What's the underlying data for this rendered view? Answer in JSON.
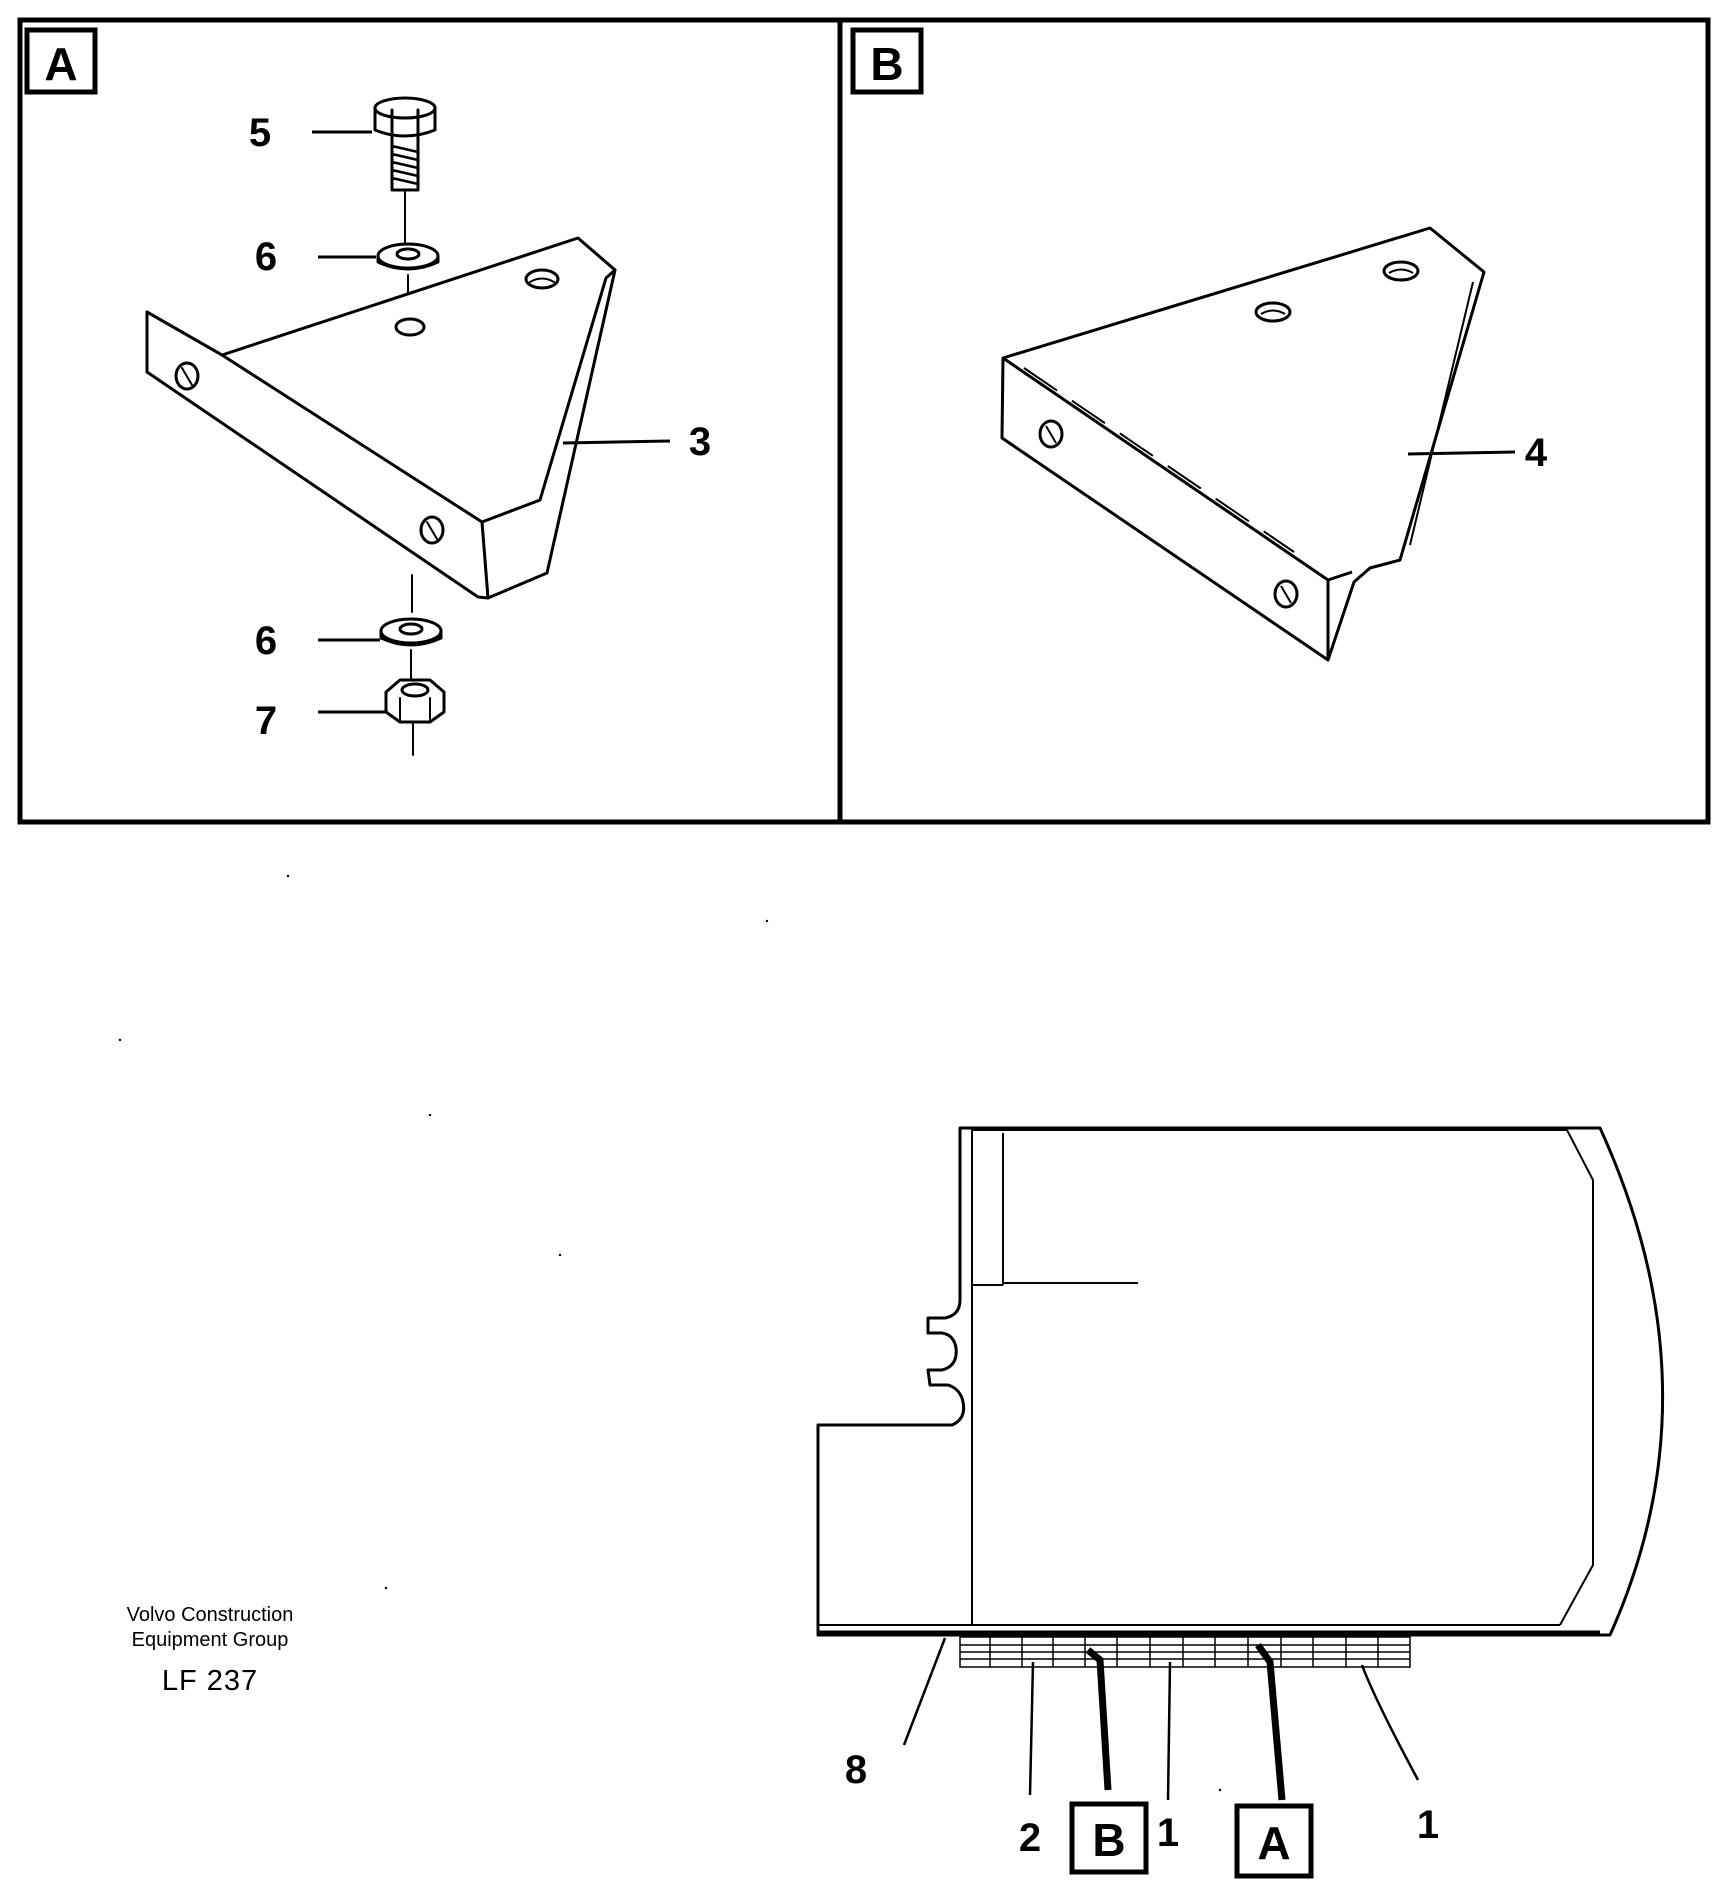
{
  "panels": {
    "a": {
      "label": "A",
      "callouts": {
        "bolt": "5",
        "washer_top": "6",
        "bracket": "3",
        "washer_bottom": "6",
        "nut": "7"
      }
    },
    "b": {
      "label": "B",
      "callouts": {
        "bracket": "4"
      }
    }
  },
  "main_view": {
    "callouts": {
      "left": "8",
      "second": "2",
      "detail_b": "B",
      "third": "1",
      "detail_a": "A",
      "fourth": "1"
    }
  },
  "footer": {
    "company_line1": "Volvo Construction",
    "company_line2": "Equipment Group",
    "code": "LF 237"
  }
}
